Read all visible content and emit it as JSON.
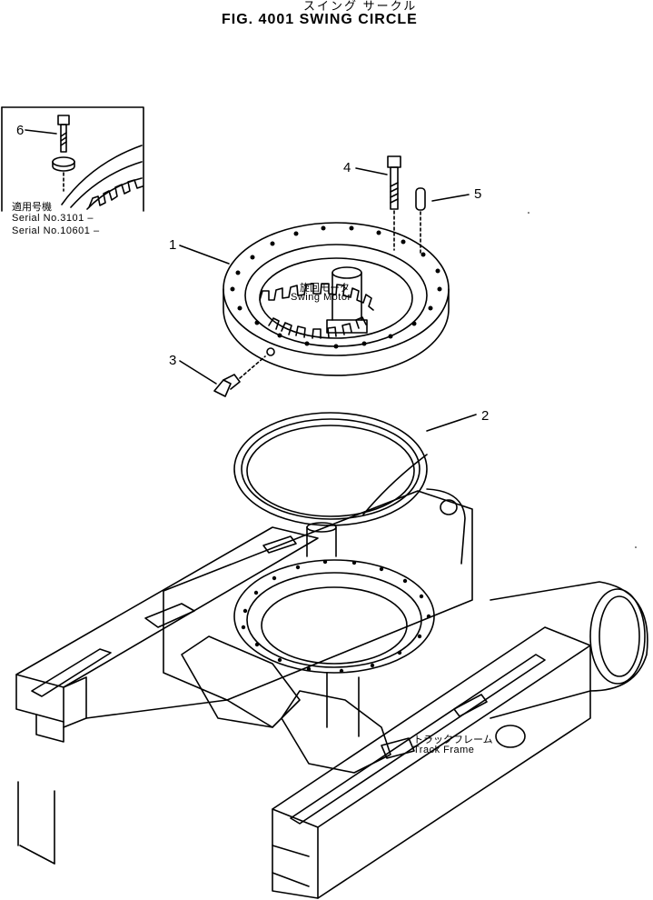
{
  "title_jp": "スイング サークル",
  "title": "FIG. 4001  SWING CIRCLE",
  "inset": {
    "applicable_jp": "適用号機",
    "serials": [
      "Serial No.3101 –",
      "Serial No.10601 –"
    ]
  },
  "callouts": [
    "1",
    "2",
    "3",
    "4",
    "5",
    "6"
  ],
  "labels": {
    "swing_motor_jp": "旋回モータ",
    "swing_motor": "Swing Motor",
    "track_frame_jp": "トラックフレーム",
    "track_frame": "Track  Frame"
  }
}
